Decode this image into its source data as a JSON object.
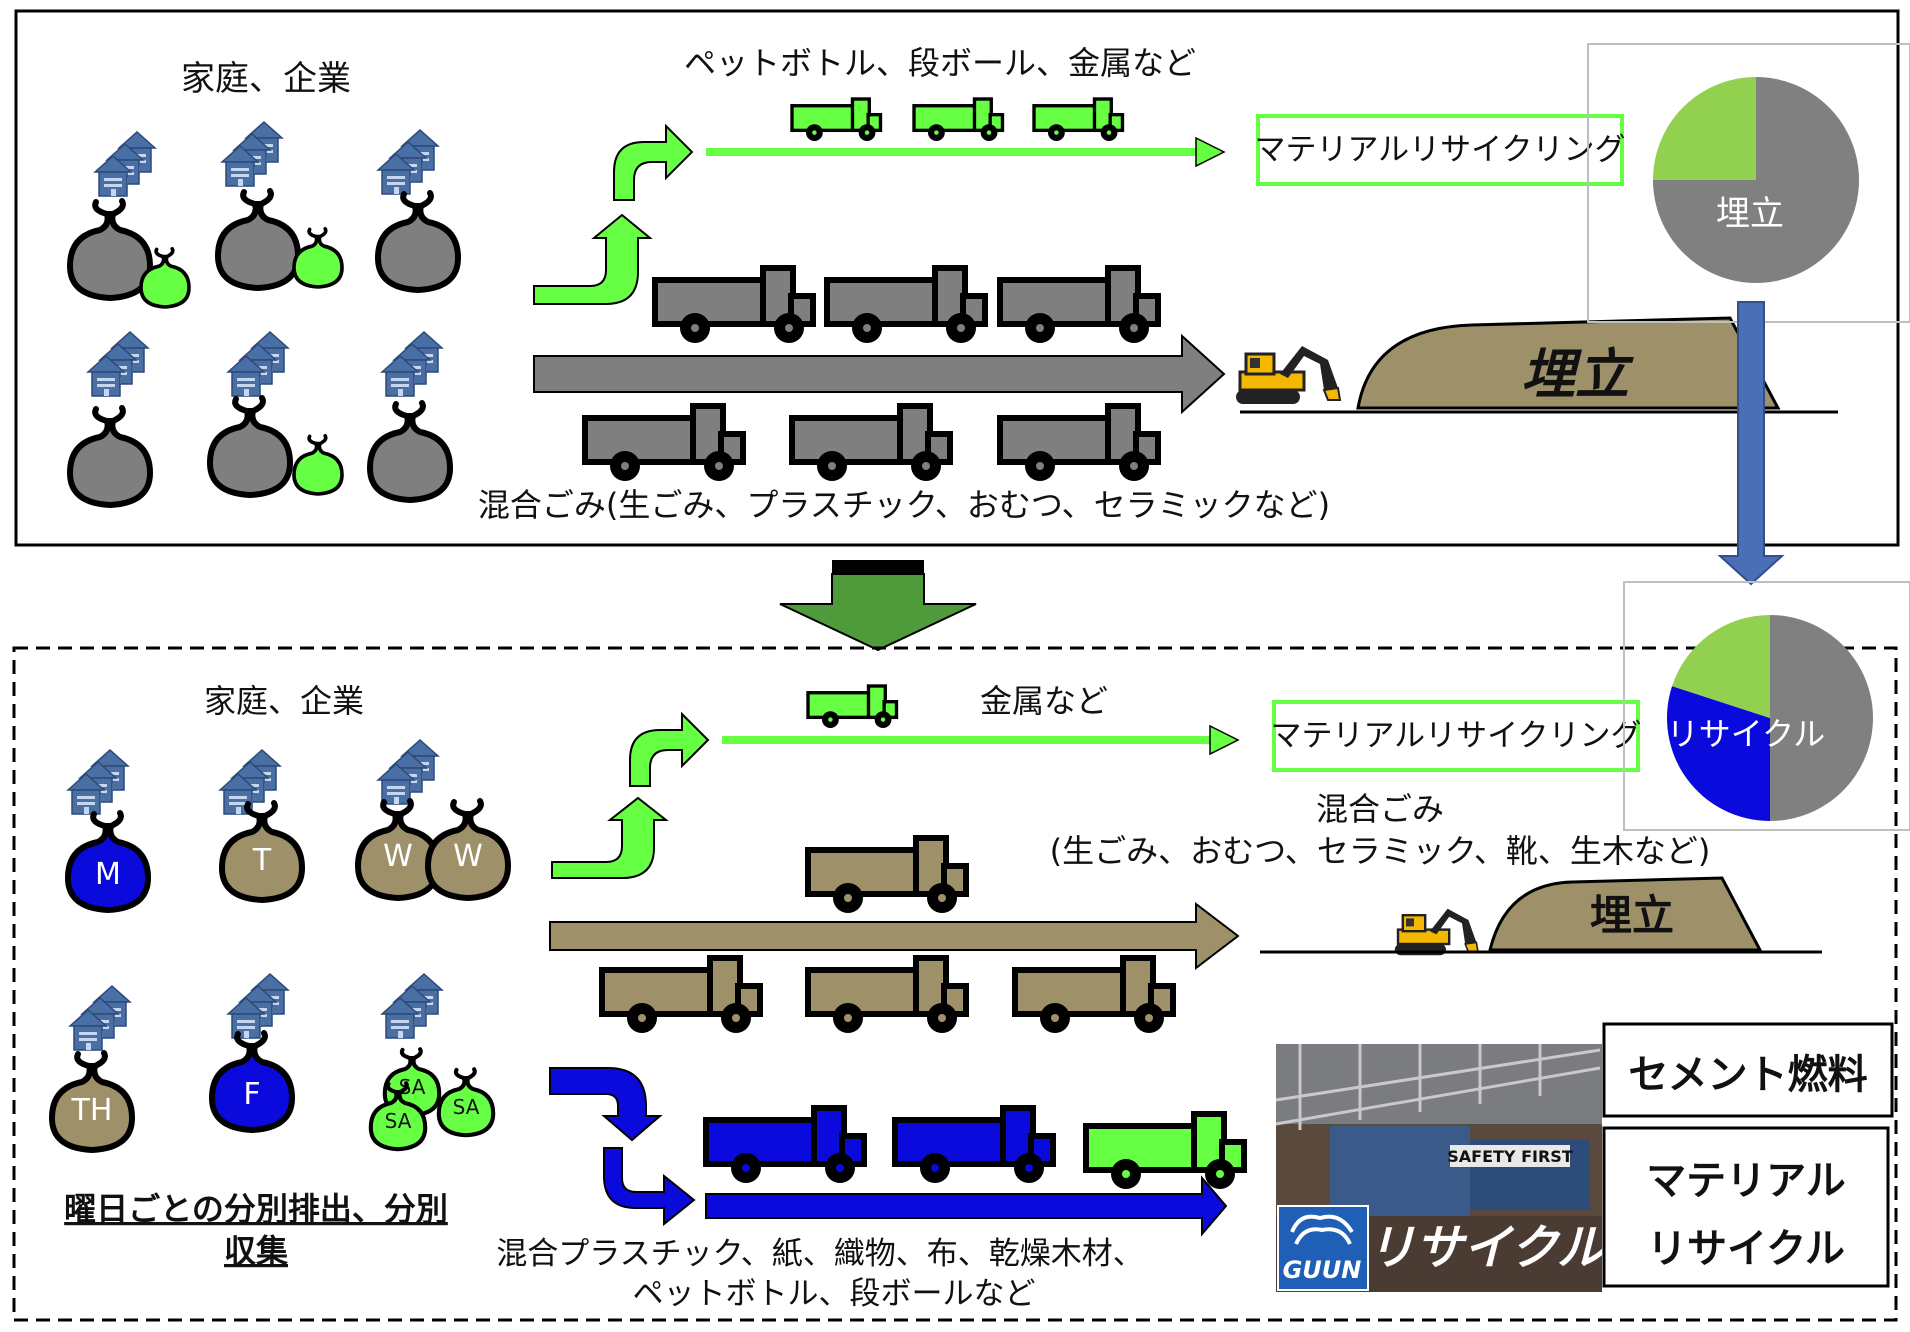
{
  "top": {
    "source_label": "家庭、企業",
    "recyclables_label": "ペットボトル、段ボール、金属など",
    "recycling_box": "マテリアルリサイクリング",
    "landfill_label": "埋立",
    "pie_label": "埋立",
    "mixed_waste_label": "混合ごみ(生ごみ、プラスチック、おむつ、セラミックなど)"
  },
  "bottom": {
    "source_label": "家庭、企業",
    "bags": [
      "M",
      "T",
      "W",
      "W",
      "TH",
      "F",
      "SA",
      "SA",
      "SA"
    ],
    "metal_label": "金属など",
    "recycling_box": "マテリアルリサイクリング",
    "pie_label": "リサイクル",
    "mixed_title": "混合ごみ",
    "mixed_detail": "(生ごみ、おむつ、セラミック、靴、生木など)",
    "landfill_label": "埋立",
    "schedule_line1": "曜日ごとの分別排出、分別",
    "schedule_line2": "収集",
    "plastic_line1": "混合プラスチック、紙、織物、布、乾燥木材、",
    "plastic_line2": "ペットボトル、段ボールなど",
    "cement_fuel": "セメント燃料",
    "material_line1": "マテリアル",
    "material_line2": "リサイクル",
    "photo_banner": "リサイクル",
    "logo_text": "GUUN",
    "photo_sign": "SAFETY FIRST"
  },
  "colors": {
    "green": "#66ff44",
    "gray": "#7f7f7f",
    "brown": "#9e9068",
    "blue": "#0a0adc",
    "house_blue": "#4a6fa5",
    "pie_gray": "#808080",
    "pie_green": "#92d050",
    "pie_blue": "#0a0adc",
    "down_arrow": "#4f9a3a",
    "side_arrow": "#4a6fb5",
    "yellow": "#f5b800"
  },
  "pies": [
    {
      "name": "top",
      "segments": [
        {
          "key": "gray",
          "value": 75
        },
        {
          "key": "green",
          "value": 25
        }
      ]
    },
    {
      "name": "bottom",
      "segments": [
        {
          "key": "gray",
          "value": 50
        },
        {
          "key": "blue",
          "value": 30
        },
        {
          "key": "green",
          "value": 20
        }
      ]
    }
  ]
}
